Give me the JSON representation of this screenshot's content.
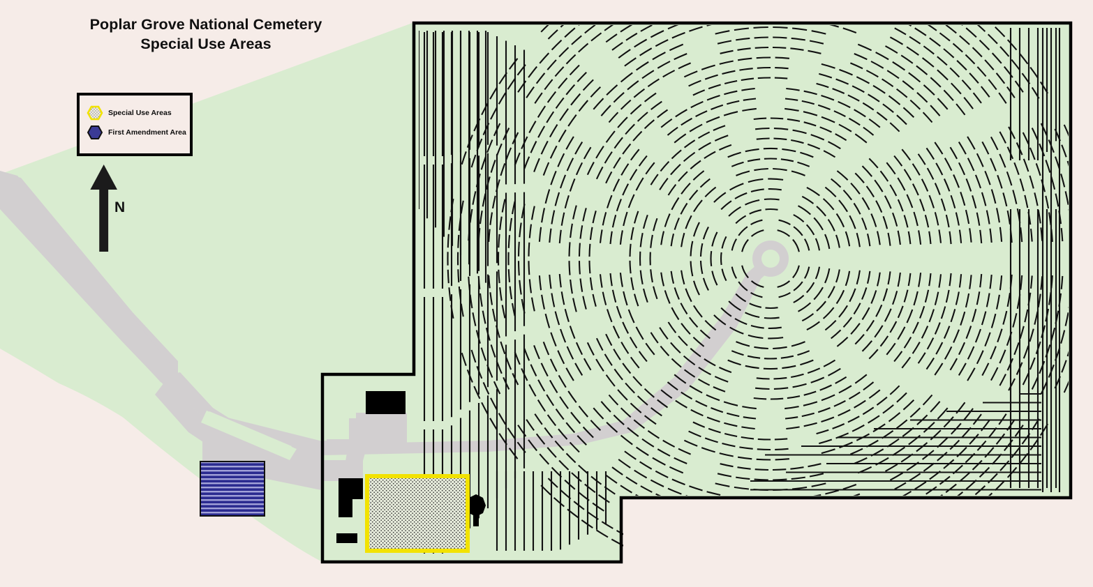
{
  "map": {
    "title_lines": [
      "Poplar Grove National Cemetery",
      "Special Use Areas"
    ],
    "north_label": "N",
    "colors": {
      "background": "#f6ece8",
      "park_green": "#d9ecd0",
      "road_gray": "#d2cfd0",
      "boundary_black": "#000000",
      "special_use_outline": "#f2e200",
      "special_use_fill": "#e2e8d2",
      "first_amendment_dark": "#2a2a8c",
      "first_amendment_light": "#a9a9dd",
      "building_black": "#000000"
    }
  },
  "legend": {
    "items": [
      {
        "label": "Special Use Areas",
        "swatch": "hexagon-yellow-outline-dotted-fill",
        "outline_color": "#f2e200",
        "fill_color": "#ece9df",
        "centered": false
      },
      {
        "label": "First Amendment Area",
        "swatch": "hexagon-navy-filled",
        "outline_color": "#111111",
        "fill_color": "#3b3b96",
        "centered": true
      }
    ]
  },
  "features": {
    "cemetery_boundary": "L-shaped black outlined national cemetery parcel",
    "park_green_area": "light green open grounds extending west and south of the cemetery",
    "graves": {
      "radial_arcs": "concentric semicircular burial rows centered on the flagpole circle",
      "straight_rows_west": "vertical straight burial rows along the west edge",
      "straight_rows_east": "vertical straight burial rows along the east edge",
      "straight_rows_south": "horizontal straight burial rows in the southeast corner"
    },
    "flagpole_circle": "gray circular walk at the radial center of the cemetery",
    "entrance_road": "gray access road entering from the northwest and looping to the cemetery entrance",
    "parking_loop": "gray parking loop with a grass median near the entrance",
    "buildings": [
      "maintenance building north",
      "lodge building west",
      "small outbuilding southwest"
    ],
    "tree": "single tree symbol east of the Special Use Area",
    "special_use_area": "yellow outlined stippled rectangle inside the cemetery southwest quadrant",
    "first_amendment_area": "blue hatched rectangle west of the cemetery boundary"
  }
}
